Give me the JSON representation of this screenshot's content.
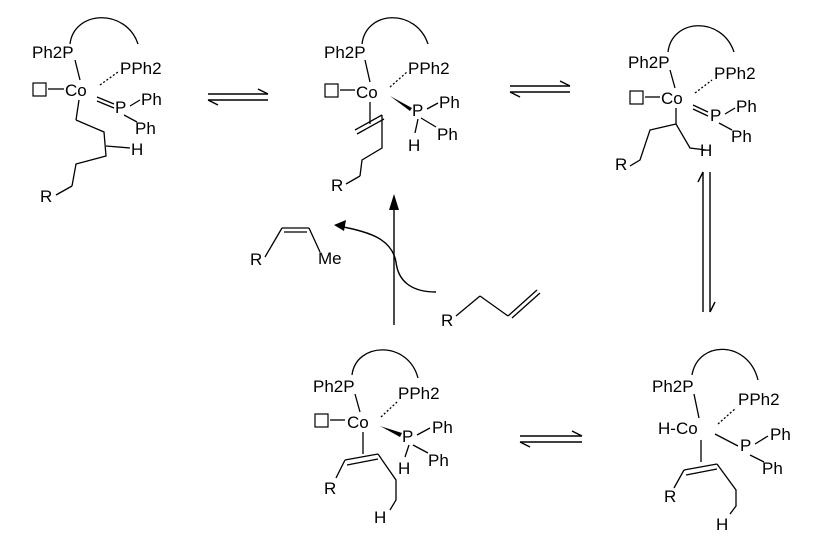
{
  "labels": {
    "ph2p": "Ph2P",
    "pph2": "PPh2",
    "co": "Co",
    "p": "P",
    "ph": "Ph",
    "h": "H",
    "r": "R",
    "me": "Me",
    "hco": "H-Co"
  }
}
